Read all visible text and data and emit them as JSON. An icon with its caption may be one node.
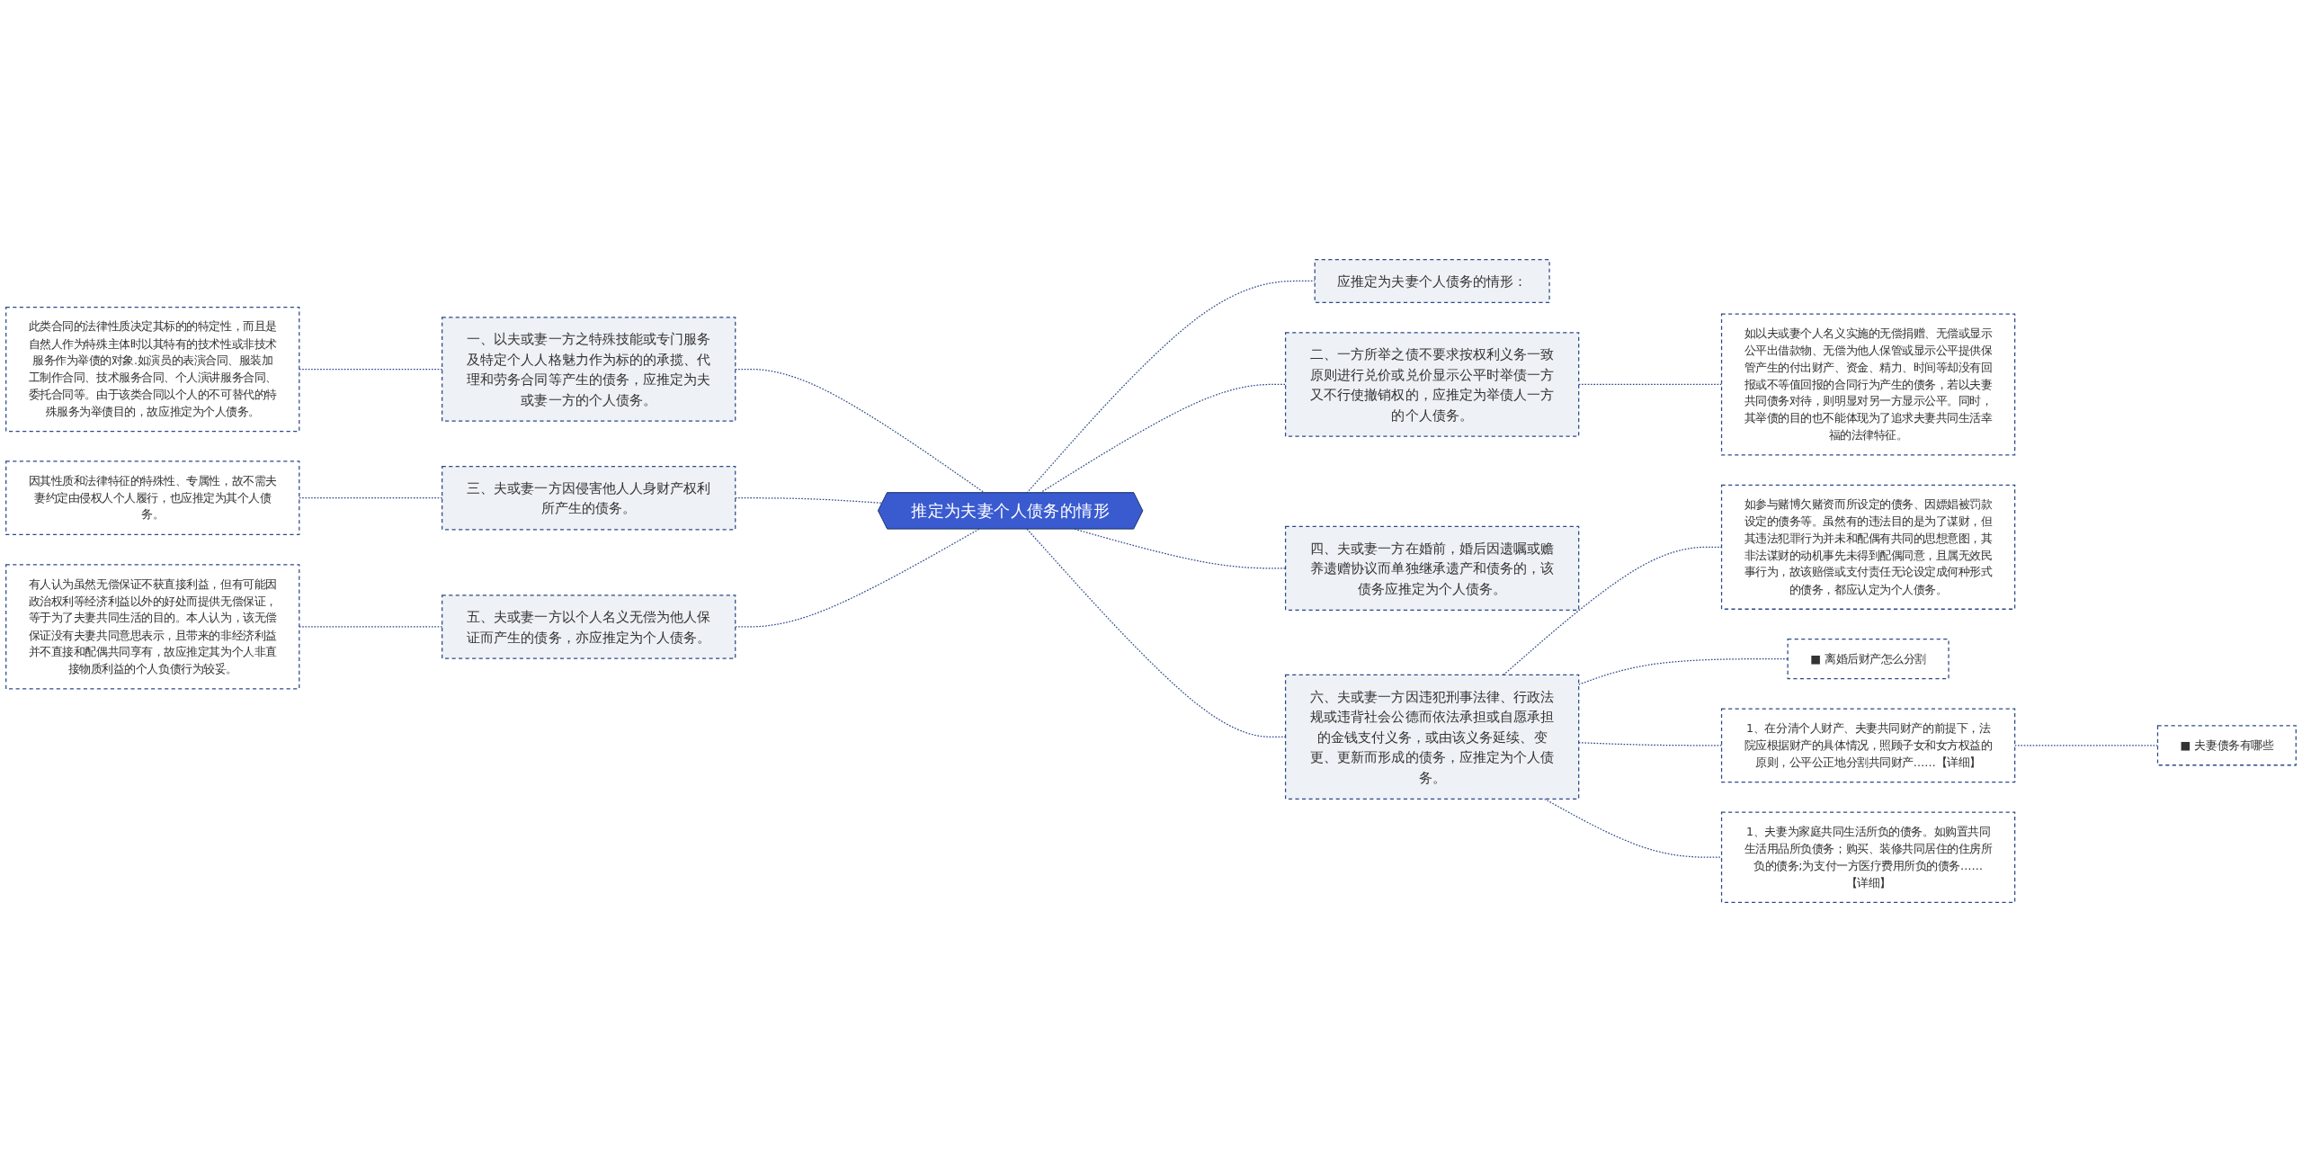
{
  "diagram": {
    "nodes": [
      {
        "text": [
          "推定为夫妻个人债务的情形"
        ]
      },
      {
        "text": [
          "一、以夫或妻一方之特殊技能或专门服务及特定个人人格魅力作为标的的承揽、代理和劳务合同等产生的债务，应推定为夫或妻一方的个人债务。"
        ]
      },
      {
        "text": [
          "此类合同的法律性质决定其标的的特定性，而且是自然人作为特殊主体时以其特有的技术性或非技术服务作为举债的对象.如演员的表演合同、服装加工制作合同、技术服务合同、个人演讲服务合同、委托合同等。由于该类合同以个人的不可替代的特殊服务为举债目的，故应推定为个人债务。"
        ]
      },
      {
        "text": [
          "三、夫或妻一方因侵害他人人身财产权利所产生的债务。"
        ]
      },
      {
        "text": [
          "因其性质和法律特征的特殊性、专属性，故不需夫妻约定由侵权人个人履行，也应推定为其个人债务。"
        ]
      },
      {
        "text": [
          "五、夫或妻一方以个人名义无偿为他人保证而产生的债务，亦应推定为个人债务。"
        ]
      },
      {
        "text": [
          "有人认为虽然无偿保证不获直接利益，但有可能因政治权利等经济利益以外的好处而提供无偿保证，等于为了夫妻共同生活的目的。本人认为，该无偿保证没有夫妻共同意思表示，且带来的非经济利益并不直接和配偶共同享有，故应推定其为个人非直接物质利益的个人负债行为较妥。"
        ]
      },
      {
        "text": [
          "应推定为夫妻个人债务的情形："
        ]
      },
      {
        "text": [
          "二、一方所举之债不要求按权利义务一致原则进行兑价或兑价显示公平时举债一方又不行使撤销权的，应推定为举债人一方的个人债务。"
        ]
      },
      {
        "text": [
          "如以夫或妻个人名义实施的无偿捐赠、无偿或显示公平出借款物、无偿为他人保管或显示公平提供保管产生的付出财产、资金、精力、时间等却没有回报或不等值回报的合同行为产生的债务，若以夫妻共同债务对待，则明显对另一方显示公平。同时，其举债的目的也不能体现为了追求夫妻共同生活幸福的法律特征。"
        ]
      },
      {
        "text": [
          "四、夫或妻一方在婚前，婚后因遗嘱或赡养遗赠协议而单独继承遗产和债务的，该债务应推定为个人债务。"
        ]
      },
      {
        "text": [
          "六、夫或妻一方因违犯刑事法律、行政法规或违背社会公德而依法承担或自愿承担的金钱支付义务，或由该义务延续、变更、更新而形成的债务，应推定为个人债务。"
        ]
      },
      {
        "text": [
          "如参与赌博欠赌资而所设定的债务、因嫖娼被罚款设定的债务等。虽然有的违法目的是为了谋财，但其违法犯罪行为并未和配偶有共同的思想意图，其非法谋财的动机事先未得到配偶同意，且属无效民事行为，故该赔偿或支付责任无论设定成何种形式的债务，都应认定为个人债务。"
        ]
      },
      {
        "text": [
          "■ 离婚后财产怎么分割"
        ]
      },
      {
        "text": [
          "1、在分清个人财产、夫妻共同财产的前提下，法院应根据财产的具体情况，照顾子女和女方权益的原则，公平公正地分割共同财产……【详细】"
        ]
      },
      {
        "text": [
          "■ 夫妻债务有哪些"
        ]
      },
      {
        "text": [
          "1、夫妻为家庭共同生活所负的债务。如购置共同生活用品所负债务；购买、装修共同居住的住房所负的债务;为支付一方医疗费用所负的债务……【详细】"
        ]
      }
    ],
    "edges": [
      {
        "from": 2,
        "to": 1,
        "arrow": "none",
        "style": "dashed"
      },
      {
        "from": 1,
        "to": 0,
        "arrow": "none",
        "style": "dashed"
      },
      {
        "from": 4,
        "to": 3,
        "arrow": "none",
        "style": "dashed"
      },
      {
        "from": 3,
        "to": 0,
        "arrow": "none",
        "style": "dashed"
      },
      {
        "from": 6,
        "to": 5,
        "arrow": "none",
        "style": "dashed"
      },
      {
        "from": 5,
        "to": 0,
        "arrow": "none",
        "style": "dashed"
      },
      {
        "from": 0,
        "to": 7,
        "arrow": "none",
        "style": "dashed"
      },
      {
        "from": 0,
        "to": 8,
        "arrow": "none",
        "style": "dashed"
      },
      {
        "from": 8,
        "to": 9,
        "arrow": "none",
        "style": "dashed"
      },
      {
        "from": 0,
        "to": 10,
        "arrow": "none",
        "style": "dashed"
      },
      {
        "from": 0,
        "to": 11,
        "arrow": "none",
        "style": "dashed"
      },
      {
        "from": 11,
        "to": 12,
        "arrow": "none",
        "style": "dashed"
      },
      {
        "from": 11,
        "to": 13,
        "arrow": "none",
        "style": "dashed"
      },
      {
        "from": 11,
        "to": 14,
        "arrow": "none",
        "style": "dashed"
      },
      {
        "from": 14,
        "to": 15,
        "arrow": "none",
        "style": "dashed"
      },
      {
        "from": 11,
        "to": 16,
        "arrow": "none",
        "style": "dashed"
      }
    ]
  }
}
